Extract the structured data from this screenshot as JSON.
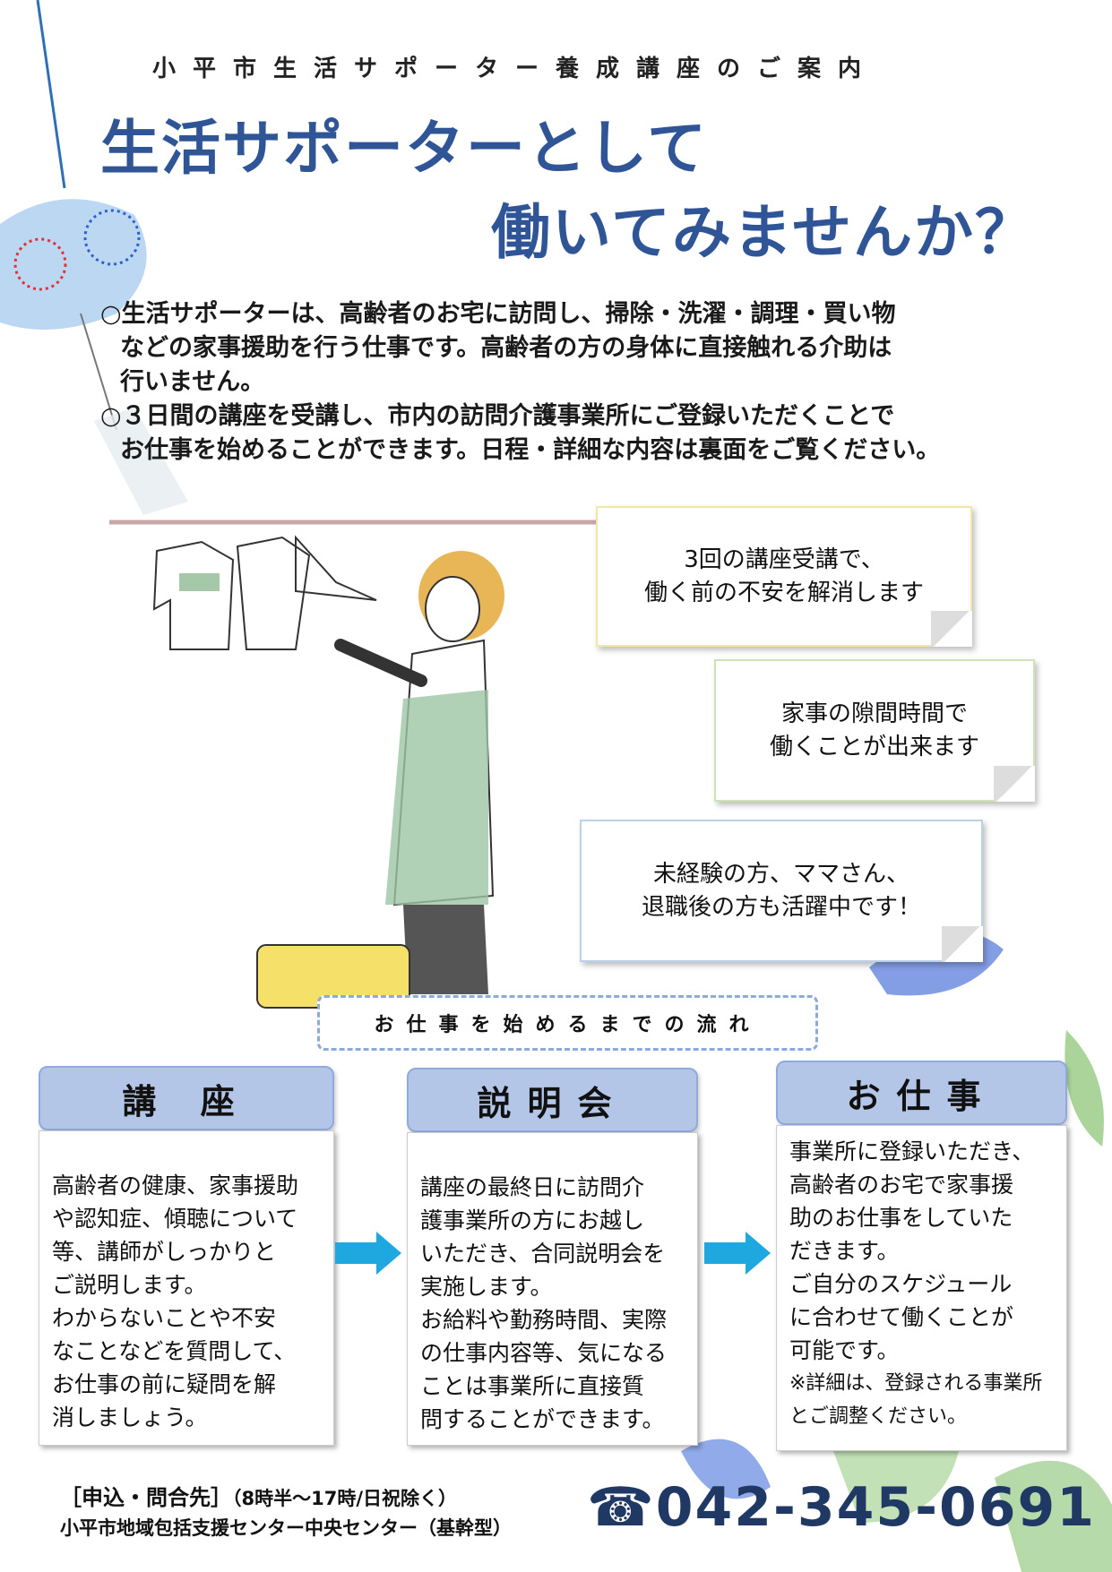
{
  "header": {
    "subtitle": "小平市生活サポーター養成講座のご案内",
    "title_line1": "生活サポーターとして",
    "title_line2": "働いてみませんか？"
  },
  "intro": {
    "lines": [
      "○生活サポーターは、高齢者のお宅に訪問し、掃除・洗濯・調理・買い物",
      "などの家事援助を行う仕事です。高齢者の方の身体に直接触れる介助は",
      "行いません。",
      "○３日間の講座を受講し、市内の訪問介護事業所にご登録いただくことで",
      "お仕事を始めることができます。日程・詳細な内容は裏面をご覧ください。"
    ]
  },
  "callouts": [
    {
      "line1": "3回の講座受講で、",
      "line2": "働く前の不安を解消します"
    },
    {
      "line1": "家事の隙間時間で",
      "line2": "働くことが出来ます"
    },
    {
      "line1": "未経験の方、ママさん、",
      "line2": "退職後の方も活躍中です！"
    }
  ],
  "flow_label": "お仕事を始めるまでの流れ",
  "steps": [
    {
      "title": "講 座",
      "lines": [
        "高齢者の健康、家事援助",
        "や認知症、傾聴について",
        "等、講師がしっかりと",
        "ご説明します。",
        "わからないことや不安",
        "なことなどを質問して、",
        "お仕事の前に疑問を解",
        "消しましょう。"
      ]
    },
    {
      "title": "説明会",
      "lines": [
        "講座の最終日に訪問介",
        "護事業所の方にお越し",
        "いただき、合同説明会を",
        "実施します。",
        "お給料や勤務時間、実際",
        "の仕事内容等、気になる",
        "ことは事業所に直接質",
        "問することができます。"
      ]
    },
    {
      "title": "お仕事",
      "lines": [
        "事業所に登録いただき、",
        "高齢者のお宅で家事援",
        "助のお仕事をしていた",
        "だきます。",
        "ご自分のスケジュール",
        "に合わせて働くことが",
        "可能です。"
      ],
      "note1": "※詳細は、登録される事業所",
      "note2": "とご調整ください。"
    }
  ],
  "footer": {
    "contact_label": "［申込・問合先］",
    "hours": "（8時半～17時/日祝除く）",
    "org": "小平市地域包括支援センター中央センター（基幹型）",
    "phone": "042-345-0691"
  },
  "colors": {
    "title": "#2f5597",
    "header_fill": "#b4c6e7",
    "arrow": "#1fa7e0",
    "phone": "#1f3864"
  }
}
